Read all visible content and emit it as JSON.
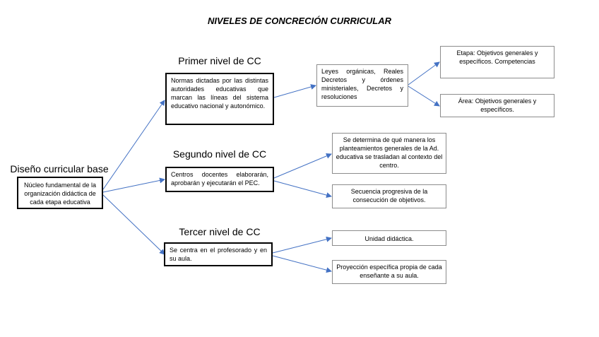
{
  "title": "NIVELES DE CONCRECIÓN CURRICULAR",
  "root": {
    "heading": "Diseño curricular base",
    "text": "Núcleo fundamental de la organización didáctica de cada etapa educativa"
  },
  "levels": [
    {
      "heading": "Primer nivel de CC",
      "text": "Normas dictadas por las distintas autoridades educativas que marcan las líneas del sistema educativo nacional y autonómico.",
      "children": [
        {
          "text": "Leyes orgánicas, Reales Decretos y órdenes ministeriales, Decretos y resoluciones"
        }
      ],
      "grandchildren": [
        {
          "text": "Etapa: Objetivos generales y específicos. Competencias"
        },
        {
          "text": "Área: Objetivos generales y específicos."
        }
      ]
    },
    {
      "heading": "Segundo nivel de CC",
      "text": "Centros docentes elaborarán, aprobarán y ejecutarán el PEC.",
      "children": [
        {
          "text": "Se determina de qué manera los planteamientos generales de la Ad. educativa se trasladan al contexto del centro."
        },
        {
          "text": "Secuencia progresiva de la consecución de objetivos."
        }
      ]
    },
    {
      "heading": "Tercer nivel de CC",
      "text": "Se centra en el profesorado y en su aula.",
      "children": [
        {
          "text": "Unidad didáctica."
        },
        {
          "text": "Proyección específica propia de cada enseñante a su aula."
        }
      ]
    }
  ],
  "colors": {
    "arrow": "#4472c4",
    "box_border_dark": "#000000",
    "box_border_light": "#8c8c8c"
  }
}
